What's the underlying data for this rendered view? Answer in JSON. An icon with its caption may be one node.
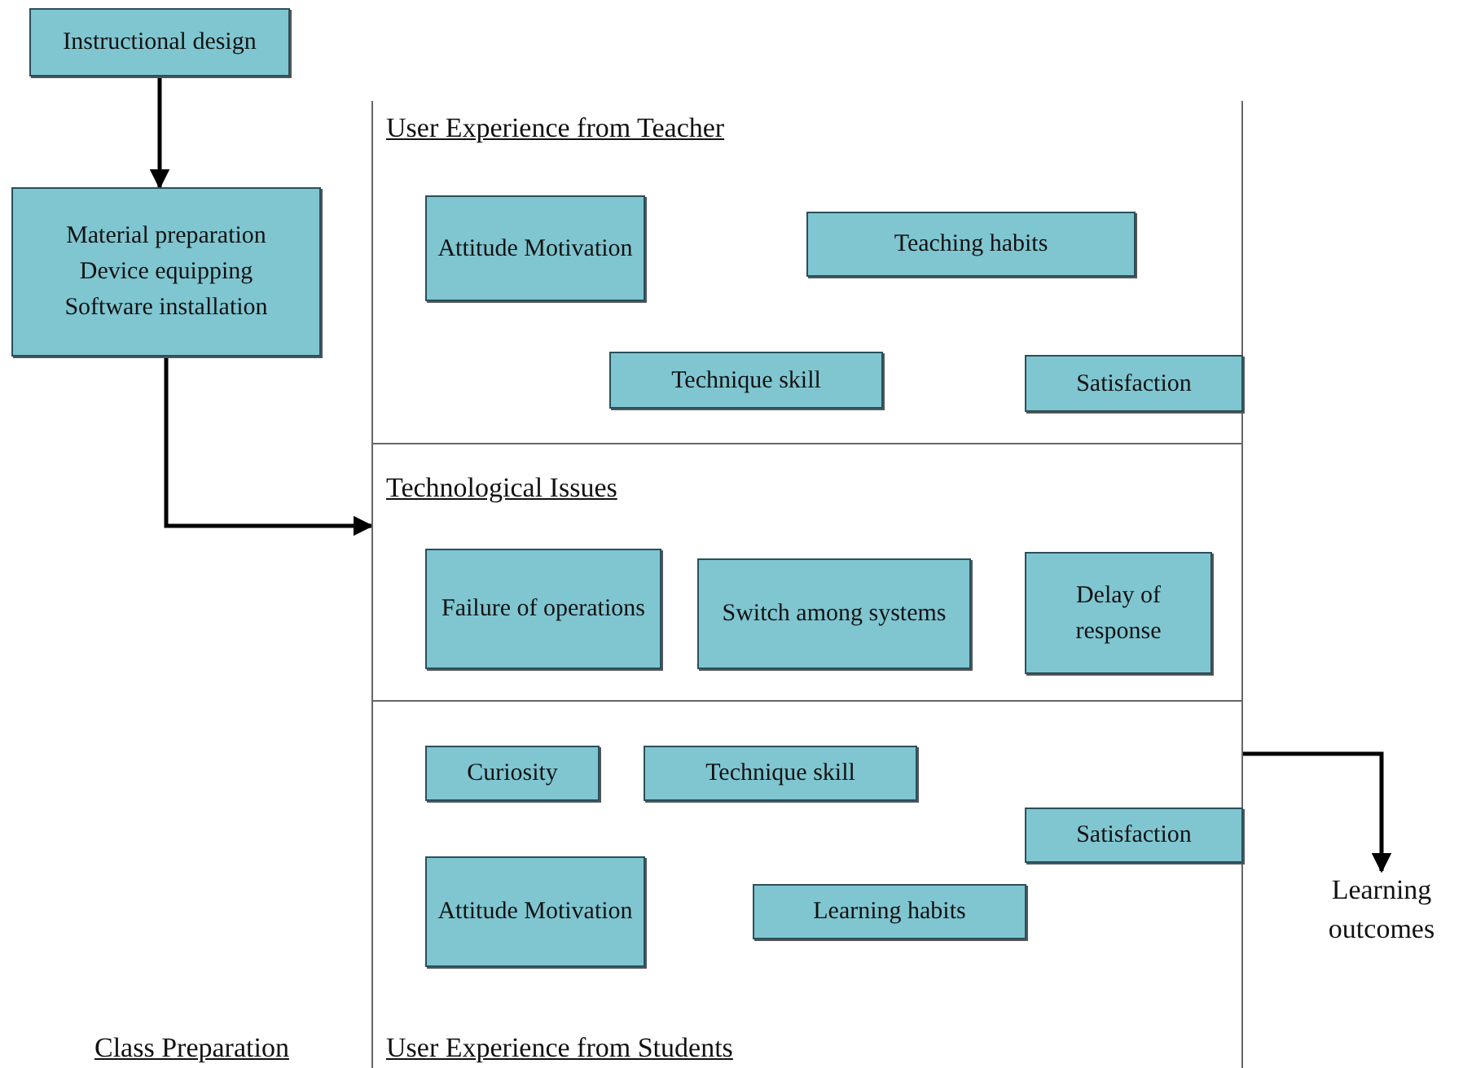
{
  "diagram": {
    "nodes": [
      {
        "text": [
          "Instructional design"
        ]
      },
      {
        "text": [
          "Material preparation",
          "Device equipping",
          "Software installation"
        ]
      },
      {
        "text": [
          "User Experience from Teacher"
        ]
      },
      {
        "text": [
          "Attitude Motivation"
        ],
        "in": 2
      },
      {
        "text": [
          "Teaching habits"
        ],
        "in": 2
      },
      {
        "text": [
          "Technique skill"
        ],
        "in": 2
      },
      {
        "text": [
          "Satisfaction"
        ],
        "in": 2
      },
      {
        "text": [
          "Technological Issues"
        ]
      },
      {
        "text": [
          "Failure of operations"
        ],
        "in": 7
      },
      {
        "text": [
          "Switch among systems"
        ],
        "in": 7
      },
      {
        "text": [
          "Delay of response"
        ],
        "in": 7
      },
      {
        "text": [
          "User Experience from Students"
        ]
      },
      {
        "text": [
          "Curiosity"
        ],
        "in": 11
      },
      {
        "text": [
          "Technique skill"
        ],
        "in": 11
      },
      {
        "text": [
          "Satisfaction"
        ],
        "in": 11
      },
      {
        "text": [
          "Attitude Motivation"
        ],
        "in": 11
      },
      {
        "text": [
          "Learning habits"
        ],
        "in": 11
      },
      {
        "text": [
          "Learning outcomes"
        ]
      }
    ],
    "edges": [
      {
        "from": 0,
        "to": 1,
        "arrow": "to"
      },
      {
        "from": 1,
        "to": 7,
        "arrow": "to"
      },
      {
        "from": 11,
        "to": 17,
        "arrow": "to"
      }
    ],
    "labels": [
      "Class Preparation"
    ]
  }
}
